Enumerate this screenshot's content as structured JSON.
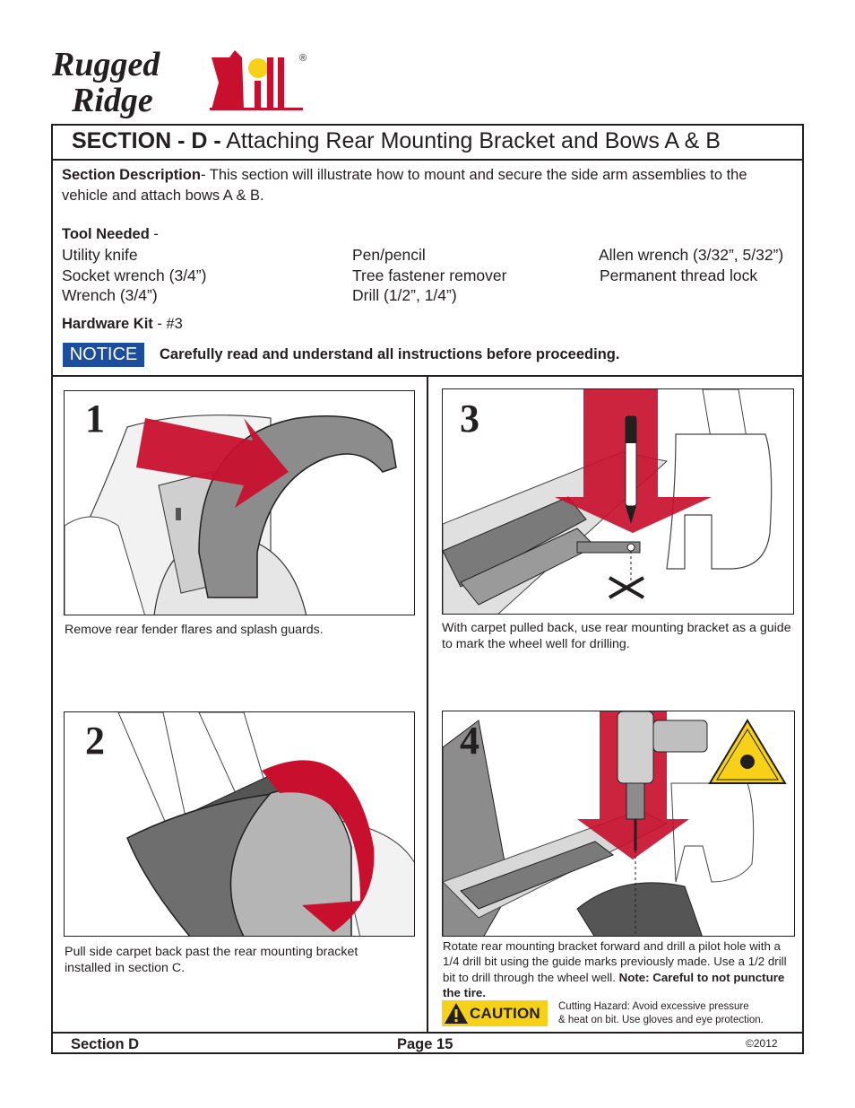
{
  "brand": {
    "logo_line1": "Rugged",
    "logo_line2": "Ridge",
    "registered": "®"
  },
  "section": {
    "label": "SECTION - D -",
    "title": "Attaching Rear Mounting Bracket and Bows A & B"
  },
  "description": {
    "label": "Section Description",
    "text": "- This section will illustrate how to mount and secure the side arm assemblies to the vehicle and attach bows A & B."
  },
  "tools": {
    "label": "Tool Needed",
    "suffix": " -",
    "col1": [
      "Utility knife",
      "Socket wrench (3/4”)",
      "Wrench (3/4”)"
    ],
    "col2": [
      "Pen/pencil",
      "Tree fastener remover",
      "Drill (1/2”, 1/4”)"
    ],
    "col3": [
      "Allen wrench (3/32”, 5/32”)",
      "Permanent thread lock"
    ]
  },
  "hardware": {
    "label": "Hardware Kit",
    "value": " - #3"
  },
  "notice": {
    "badge": "NOTICE",
    "text": "Carefully read and understand all instructions before proceeding."
  },
  "steps": [
    {
      "number": "1",
      "caption": "Remove rear fender flares and splash guards."
    },
    {
      "number": "2",
      "caption": "Pull side carpet back past the rear mounting bracket installed in section C."
    },
    {
      "number": "3",
      "caption": "With carpet pulled back, use rear mounting bracket as a guide to mark the wheel well for drilling."
    },
    {
      "number": "4",
      "caption": "Rotate rear mounting bracket forward and drill a pilot hole with a 1/4 drill bit using the guide marks previously made.  Use a 1/2 drill bit to drill through the wheel well.",
      "note": "Note: Careful to not puncture the tire."
    }
  ],
  "caution": {
    "badge": "CAUTION",
    "line1": "Cutting Hazard: Avoid excessive pressure",
    "line2": "& heat on bit. Use gloves and eye protection."
  },
  "footer": {
    "section": "Section D",
    "page": "Page 15",
    "copyright": "©2012"
  },
  "colors": {
    "arrow_red": "#c8102e",
    "notice_blue": "#1d4e9e",
    "caution_yellow": "#f7d117",
    "part_gray": "#8c8c8c"
  },
  "icons": [
    "logo-mark",
    "red-arrow",
    "marker-pen",
    "drill",
    "warning-triangle"
  ]
}
